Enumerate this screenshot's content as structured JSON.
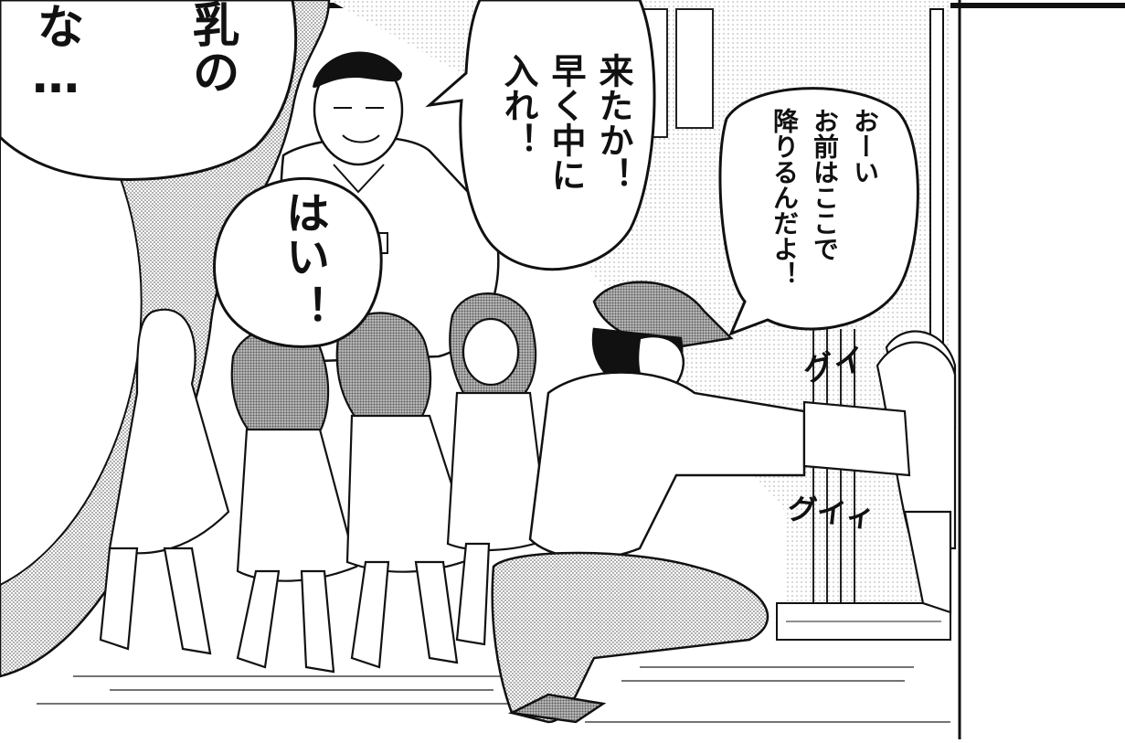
{
  "speech": {
    "top_left": {
      "lines": [
        "乳の",
        "な…"
      ]
    },
    "teacher": {
      "lines": [
        "来たか！",
        "早く中に",
        "入れ！"
      ]
    },
    "kids": {
      "lines": [
        "はい",
        "！"
      ]
    },
    "driver": {
      "lines": [
        "おーい",
        "お前はここで",
        "降りるんだよ！"
      ]
    }
  },
  "sfx": {
    "grab_1": "グイ",
    "grab_2": "グイィ"
  }
}
